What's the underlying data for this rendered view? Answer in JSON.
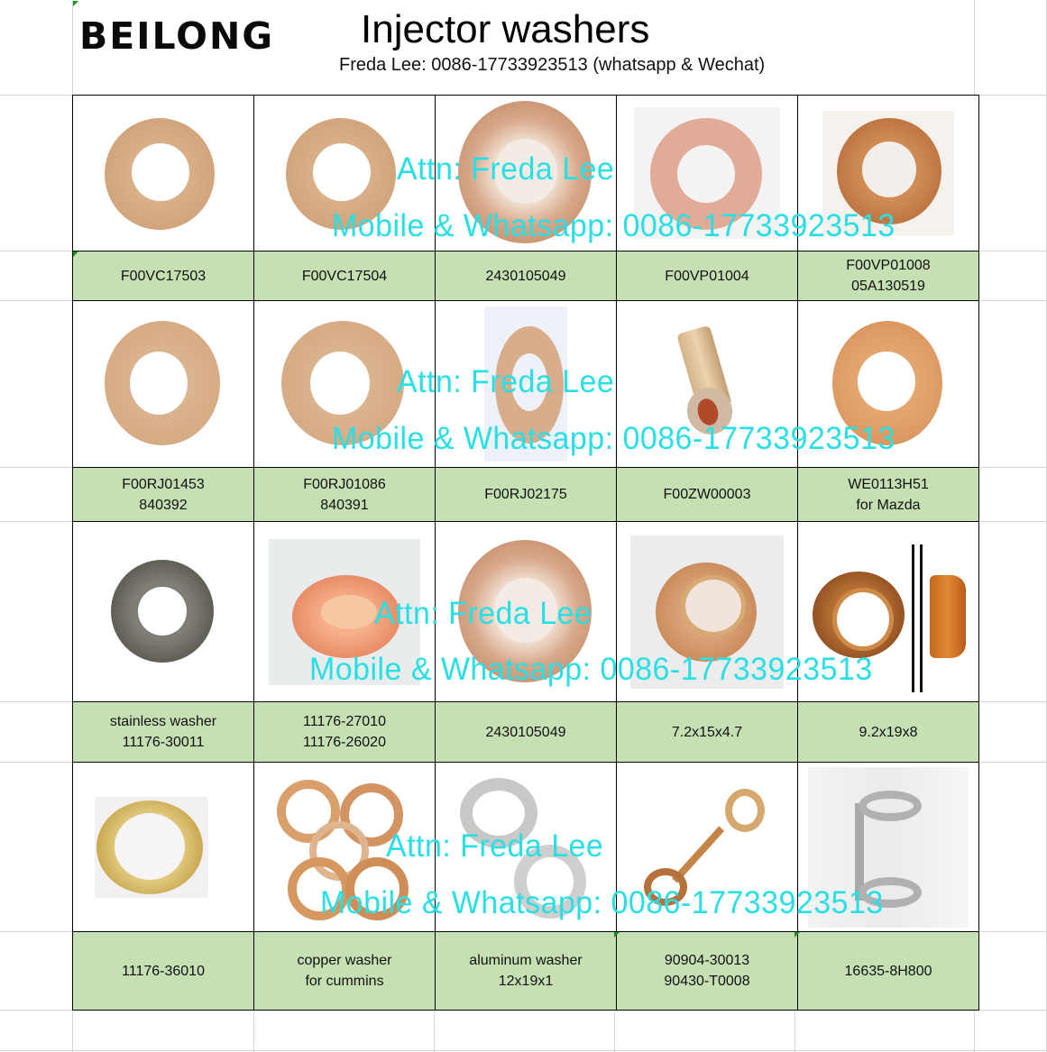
{
  "header": {
    "brand": "BEILONG",
    "title": "Injector washers",
    "contact": "Freda Lee: 0086-17733923513 (whatsapp & Wechat)"
  },
  "watermark": {
    "line1": "Attn:  Freda Lee",
    "line2": "Mobile & Whatsapp: 0086-17733923513",
    "color": "#29dfe6"
  },
  "colors": {
    "label_fill": "#c6e0b4",
    "grid_line": "#d4d4d4",
    "border": "#000000"
  },
  "rows": [
    {
      "items": [
        {
          "lines": [
            "F00VC17503"
          ],
          "image": "copper-washer-icon"
        },
        {
          "lines": [
            "F00VC17504"
          ],
          "image": "copper-washer-icon"
        },
        {
          "lines": [
            "2430105049"
          ],
          "image": "beveled-copper-washer-icon"
        },
        {
          "lines": [
            "F00VP01004"
          ],
          "image": "pink-copper-washer-icon"
        },
        {
          "lines": [
            "F00VP01008",
            "05A130519"
          ],
          "image": "dark-copper-washer-icon"
        }
      ]
    },
    {
      "items": [
        {
          "lines": [
            "F00RJ01453",
            "840392"
          ],
          "image": "copper-washer-icon"
        },
        {
          "lines": [
            "F00RJ01086",
            "840391"
          ],
          "image": "copper-washer-icon"
        },
        {
          "lines": [
            "F00RJ02175"
          ],
          "image": "scalloped-washer-icon"
        },
        {
          "lines": [
            "F00ZW00003"
          ],
          "image": "flanged-sleeve-icon"
        },
        {
          "lines": [
            "WE0113H51",
            "for Mazda"
          ],
          "image": "copper-washer-icon"
        }
      ]
    },
    {
      "items": [
        {
          "lines": [
            "stainless washer",
            "11176-30011"
          ],
          "image": "steel-washer-icon"
        },
        {
          "lines": [
            "11176-27010",
            "11176-26020"
          ],
          "image": "bright-copper-washer-icon"
        },
        {
          "lines": [
            "2430105049"
          ],
          "image": "beveled-copper-washer-icon"
        },
        {
          "lines": [
            "7.2x15x4.7"
          ],
          "image": "conical-washer-icon"
        },
        {
          "lines": [
            "9.2x19x8"
          ],
          "image": "washer-with-side-view-icon"
        }
      ]
    },
    {
      "items": [
        {
          "lines": [
            "11176-36010"
          ],
          "image": "brass-ring-icon"
        },
        {
          "lines": [
            "copper washer",
            "for cummins"
          ],
          "image": "copper-clip-rings-icon"
        },
        {
          "lines": [
            "aluminum washer",
            "12x19x1"
          ],
          "image": "aluminum-washer-icon"
        },
        {
          "lines": [
            "90904-30013",
            "90430-T0008"
          ],
          "image": "copper-wire-loop-icon"
        },
        {
          "lines": [
            "16635-8H800"
          ],
          "image": "steel-bracket-icon"
        }
      ]
    }
  ]
}
